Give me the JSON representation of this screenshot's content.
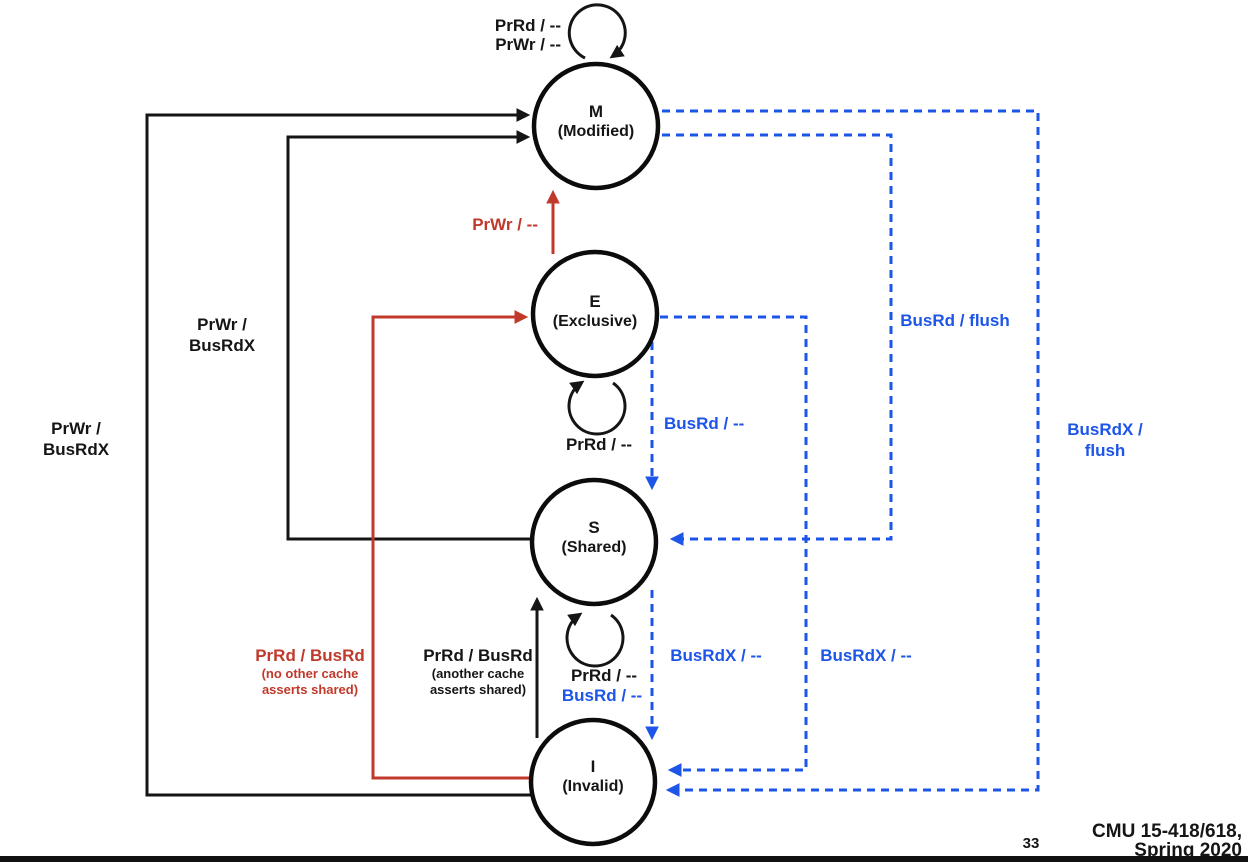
{
  "diagram": {
    "type": "state-machine",
    "subject": "MESI cache coherence protocol",
    "states": [
      {
        "id": "M",
        "label": "M",
        "sublabel": "(Modified)"
      },
      {
        "id": "E",
        "label": "E",
        "sublabel": "(Exclusive)"
      },
      {
        "id": "S",
        "label": "S",
        "sublabel": "(Shared)"
      },
      {
        "id": "I",
        "label": "I",
        "sublabel": "(Invalid)"
      }
    ],
    "transitions": [
      {
        "from": "M",
        "to": "M",
        "label": "PrRd / --",
        "style": "black-solid-selfloop"
      },
      {
        "from": "M",
        "to": "M",
        "label": "PrWr / --",
        "style": "black-solid-selfloop"
      },
      {
        "from": "E",
        "to": "M",
        "label": "PrWr / --",
        "style": "red-solid"
      },
      {
        "from": "E",
        "to": "E",
        "label": "PrRd / --",
        "style": "black-solid-selfloop"
      },
      {
        "from": "S",
        "to": "M",
        "label": "PrWr / BusRdX",
        "style": "black-solid"
      },
      {
        "from": "I",
        "to": "M",
        "label": "PrWr / BusRdX",
        "style": "black-solid"
      },
      {
        "from": "S",
        "to": "S",
        "label": "PrRd / --",
        "style": "black-solid-selfloop"
      },
      {
        "from": "S",
        "to": "S",
        "label": "BusRd / --",
        "style": "black-solid-selfloop"
      },
      {
        "from": "I",
        "to": "E",
        "label": "PrRd / BusRd",
        "note": "(no other cache asserts shared)",
        "style": "red-solid"
      },
      {
        "from": "I",
        "to": "S",
        "label": "PrRd / BusRd",
        "note": "(another cache asserts shared)",
        "style": "black-solid"
      },
      {
        "from": "E",
        "to": "S",
        "label": "BusRd / --",
        "style": "blue-dashed"
      },
      {
        "from": "M",
        "to": "S",
        "label": "BusRd / flush",
        "style": "blue-dashed"
      },
      {
        "from": "S",
        "to": "I",
        "label": "BusRdX / --",
        "style": "blue-dashed"
      },
      {
        "from": "E",
        "to": "I",
        "label": "BusRdX / --",
        "style": "blue-dashed"
      },
      {
        "from": "M",
        "to": "I",
        "label": "BusRdX / flush",
        "style": "blue-dashed"
      }
    ]
  },
  "labels": {
    "m": "M",
    "m_sub": "(Modified)",
    "e": "E",
    "e_sub": "(Exclusive)",
    "s": "S",
    "s_sub": "(Shared)",
    "i": "I",
    "i_sub": "(Invalid)",
    "m_self_prrd": "PrRd / --",
    "m_self_prwr": "PrWr / --",
    "e_self": "PrRd / --",
    "s_self_prrd": "PrRd / --",
    "s_self_busrd": "BusRd / --",
    "e_to_m": "PrWr / --",
    "s_to_m_1": "PrWr /",
    "s_to_m_2": "BusRdX",
    "i_to_m_1": "PrWr /",
    "i_to_m_2": "BusRdX",
    "i_to_e_1": "PrRd / BusRd",
    "i_to_e_2": "(no other cache",
    "i_to_e_3": "asserts shared)",
    "i_to_s_1": "PrRd / BusRd",
    "i_to_s_2": "(another cache",
    "i_to_s_3": "asserts shared)",
    "e_to_s": "BusRd / --",
    "s_to_i": "BusRdX / --",
    "e_to_i": "BusRdX / --",
    "m_to_s": "BusRd / flush",
    "m_to_i_1": "BusRdX /",
    "m_to_i_2": "flush"
  },
  "footer": {
    "page_number": "33",
    "course_line1": "CMU 15-418/618,",
    "course_line2": "Spring 2020"
  },
  "colors": {
    "red": "#c0392b",
    "blue": "#1c55e8"
  }
}
